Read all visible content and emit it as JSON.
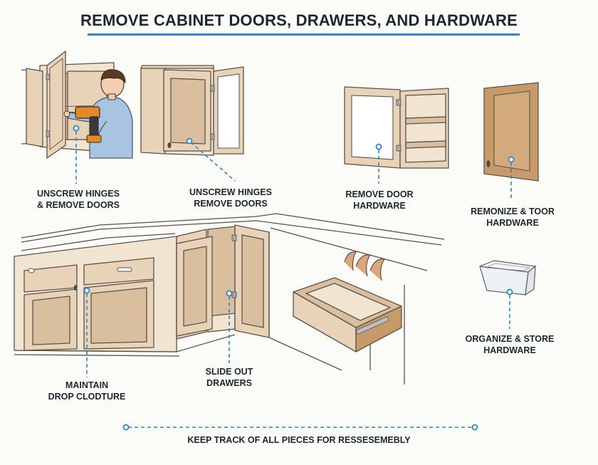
{
  "title": "REMOVE CABINET DOORS, DRAWERS, AND HARDWARE",
  "accent_color": "#2e86c8",
  "wood_color": "#e8d3b8",
  "wood_dark_color": "#c79a6a",
  "labels": {
    "unscrew_1": [
      "UNSCREW HINGES",
      "& REMOVE DOORS"
    ],
    "unscrew_2": [
      "UNSCREW HINGES",
      "REMOVE DOORS"
    ],
    "remove_door_hw": [
      "REMOVE DOOR",
      "HARDWARE"
    ],
    "remonize": [
      "REMONIZE & TOOR",
      "HARDWARE"
    ],
    "organize": [
      "ORGANIZE & STORE",
      "HARDWARE"
    ],
    "maintain": [
      "MAINTAIN",
      "DROP CLODTURE"
    ],
    "slide_out": [
      "SLIDE OUT",
      "DRAWERS"
    ]
  },
  "footer": "KEEP TRACK OF ALL PIECES FOR RESSESEMEBLY"
}
